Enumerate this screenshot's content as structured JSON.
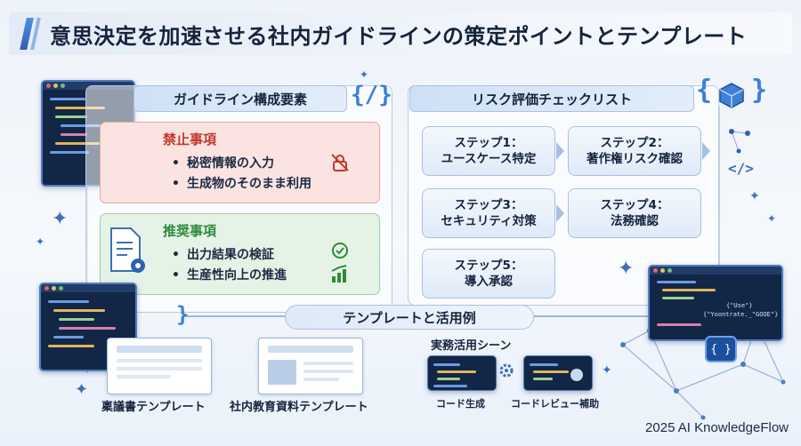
{
  "title": "意思決定を加速させる社内ガイドラインの策定ポイントとテンプレート",
  "guideline": {
    "header": "ガイドライン構成要素",
    "prohibited": {
      "title": "禁止事項",
      "items": [
        "秘密情報の入力",
        "生成物のそのまま利用"
      ]
    },
    "recommended": {
      "title": "推奨事項",
      "items": [
        "出力結果の検証",
        "生産性向上の推進"
      ]
    }
  },
  "risk": {
    "header": "リスク評価チェックリスト",
    "steps": [
      {
        "label": "ステップ1：",
        "desc": "ユースケース特定"
      },
      {
        "label": "ステップ2：",
        "desc": "著作権リスク確認"
      },
      {
        "label": "ステップ3：",
        "desc": "セキュリティ対策"
      },
      {
        "label": "ステップ4：",
        "desc": "法務確認"
      },
      {
        "label": "ステップ5：",
        "desc": "導入承認"
      }
    ]
  },
  "templates": {
    "header": "テンプレートと活用例",
    "items": [
      "稟議書テンプレート",
      "社内教育資料テンプレート"
    ],
    "scenes_title": "実務活用シーン",
    "scenes": [
      "コード生成",
      "コードレビュー補助"
    ]
  },
  "code_snippet": {
    "line1": "{\"Use\"}",
    "line2": "{\"Yoontrate._\"GOOE\"} }"
  },
  "footer": "2025 AI KnowledgeFlow",
  "colors": {
    "accent": "#2d5fb4",
    "prohibited_bg": "#fbe3e1",
    "prohibited_text": "#c0392b",
    "recommended_bg": "#e5f3e6",
    "recommended_text": "#2e8b3c"
  }
}
